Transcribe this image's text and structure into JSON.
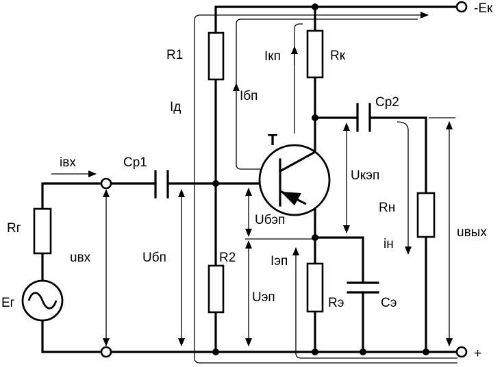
{
  "labels": {
    "ek": "-Ек",
    "plus": "+",
    "r1": "R1",
    "rk": "Rк",
    "id": "Iд",
    "ikp": "Iкп",
    "ibp": "Iбп",
    "t": "Т",
    "cp2": "Ср2",
    "ivx": "iвх",
    "cp1": "Ср1",
    "ukep": "Uкэп",
    "rh": "Rн",
    "rg": "Rг",
    "ubep": "Uбэп",
    "ih": "iн",
    "uvyh": "uвых",
    "uvx": "uвх",
    "ubp": "Uбп",
    "r2": "R2",
    "iep": "Iэп",
    "eg": "Ег",
    "uep": "Uэп",
    "re": "Rэ",
    "ce": "Сэ"
  }
}
